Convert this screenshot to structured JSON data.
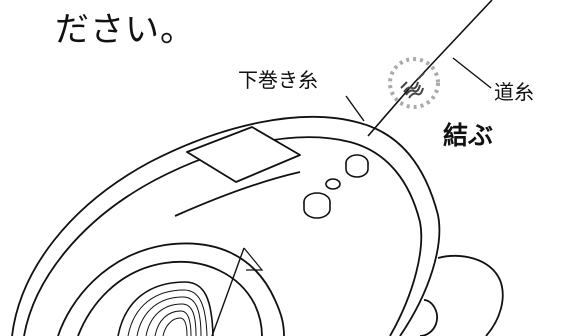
{
  "caption": "ださい。",
  "labels": {
    "backing_line": "下巻き糸",
    "main_line": "道糸",
    "tie": "結ぶ"
  },
  "colors": {
    "ink": "#111111",
    "knot_ring": "#aaaaaa",
    "knot": "#555555"
  }
}
